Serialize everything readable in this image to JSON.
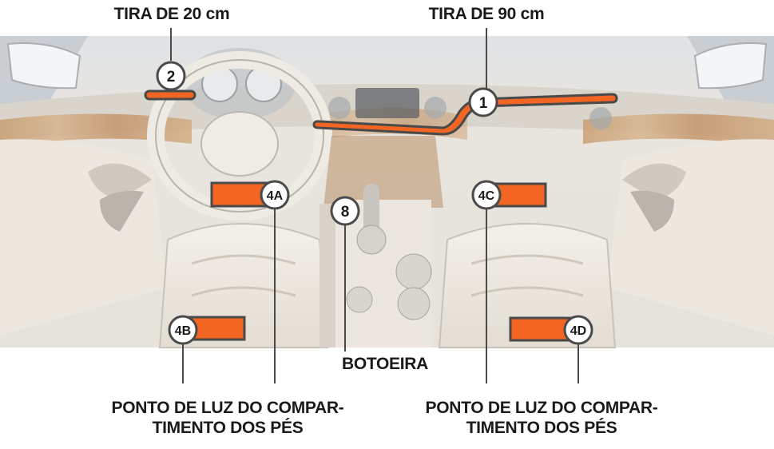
{
  "labels": {
    "tira20": "TIRA DE 20 cm",
    "tira90": "TIRA DE 90 cm",
    "botoeira": "BOTOEIRA",
    "left_bottom_1": "PONTO DE LUZ DO COMPAR-",
    "left_bottom_2": "TIMENTO DOS PÉS",
    "right_bottom_1": "PONTO DE LUZ DO COMPAR-",
    "right_bottom_2": "TIMENTO DOS PÉS"
  },
  "markers": {
    "m1": "1",
    "m2": "2",
    "m8": "8",
    "m4a": "4A",
    "m4b": "4B",
    "m4c": "4C",
    "m4d": "4D"
  },
  "colors": {
    "accent": "#f26522",
    "outline": "#4a4a4a",
    "text": "#1a1a1a"
  }
}
